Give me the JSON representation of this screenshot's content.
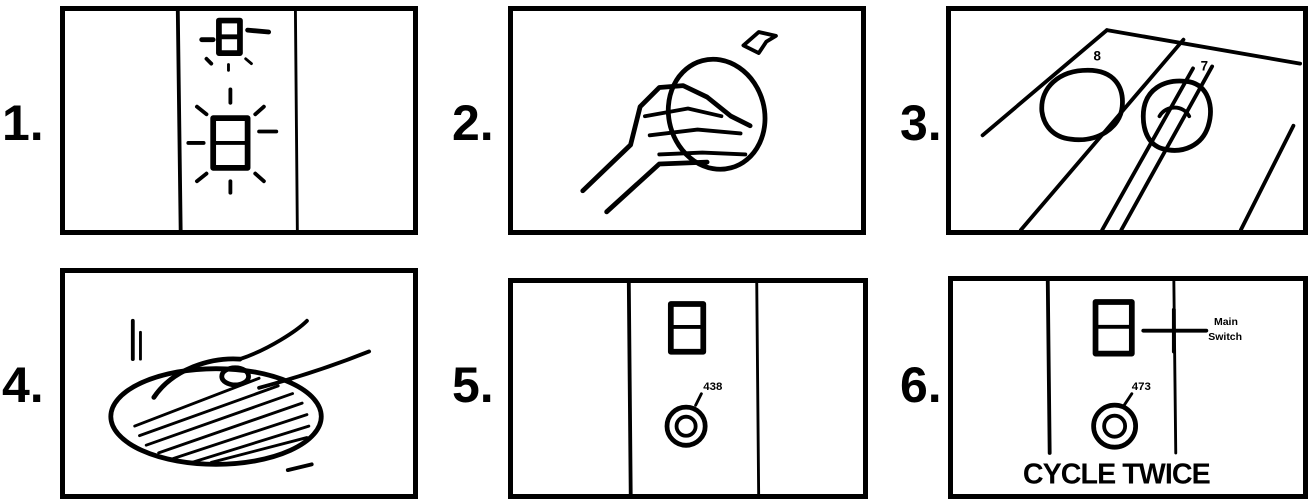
{
  "steps": [
    {
      "number": "1."
    },
    {
      "number": "2."
    },
    {
      "number": "3."
    },
    {
      "number": "4."
    },
    {
      "number": "5."
    },
    {
      "number": "6."
    }
  ],
  "panel3": {
    "left_mark": "8",
    "right_mark": "7"
  },
  "panel5": {
    "code": "438"
  },
  "panel6": {
    "code": "473",
    "switch_label_line1": "Main",
    "switch_label_line2": "Switch",
    "caption": "CYCLE TWICE"
  }
}
